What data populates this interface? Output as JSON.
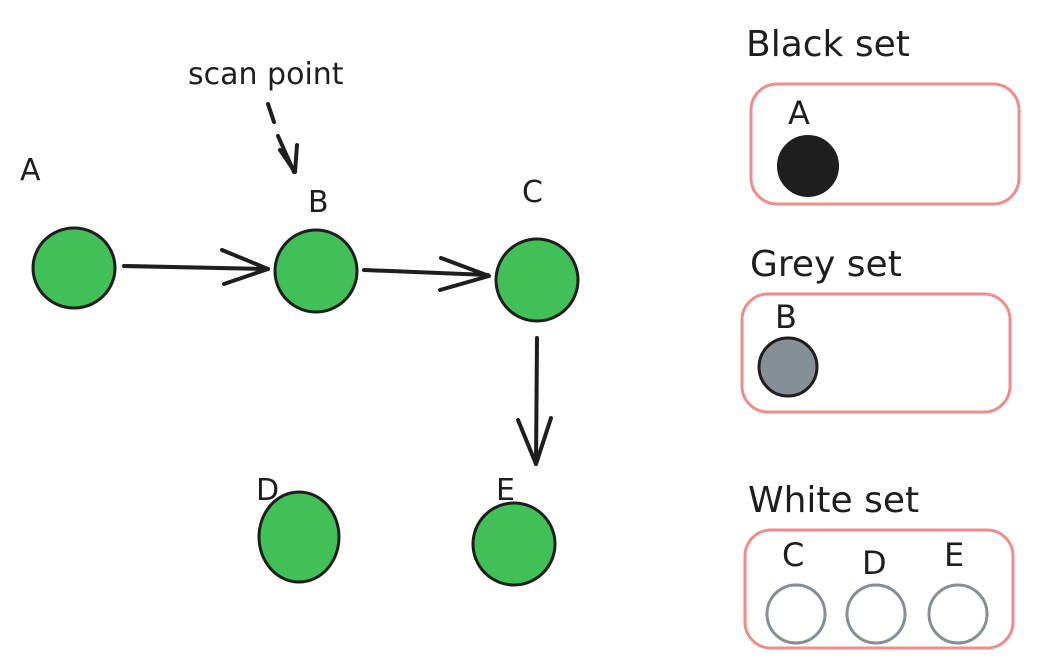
{
  "colors": {
    "node_fill": "#40c057",
    "node_stroke": "#1e1e1e",
    "black_fill": "#1e1e1e",
    "grey_fill": "#868e96",
    "white_ring": "#868e96",
    "set_box": "#f08c8c",
    "ink": "#1e1e1e"
  },
  "annotation": {
    "scan_point": "scan point"
  },
  "graph": {
    "nodes": [
      {
        "id": "A",
        "label": "A"
      },
      {
        "id": "B",
        "label": "B"
      },
      {
        "id": "C",
        "label": "C"
      },
      {
        "id": "D",
        "label": "D"
      },
      {
        "id": "E",
        "label": "E"
      }
    ],
    "edges": [
      {
        "from": "A",
        "to": "B"
      },
      {
        "from": "B",
        "to": "C"
      },
      {
        "from": "C",
        "to": "E"
      }
    ]
  },
  "sets": {
    "black": {
      "title": "Black set",
      "members": [
        "A"
      ]
    },
    "grey": {
      "title": "Grey set",
      "members": [
        "B"
      ]
    },
    "white": {
      "title": "White set",
      "members": [
        "C",
        "D",
        "E"
      ]
    }
  }
}
